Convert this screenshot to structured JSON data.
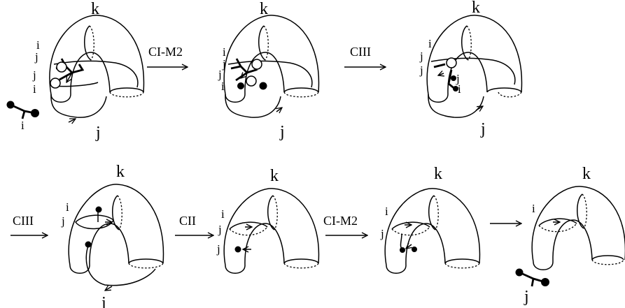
{
  "top_row": {
    "panels": [
      {
        "top": "k",
        "bottom": "j",
        "left": [
          "i",
          "j",
          "j",
          "i"
        ],
        "extra": "i"
      },
      {
        "top": "k",
        "bottom": "j",
        "left": [
          "i",
          "j",
          "j",
          "i"
        ]
      },
      {
        "top": "k",
        "bottom": "j",
        "left": [
          "i",
          "j",
          "j"
        ],
        "inner": [
          "j",
          "i"
        ]
      }
    ],
    "arrows": [
      "CI-M2",
      "CIII"
    ]
  },
  "bottom_row": {
    "arrows": [
      "CIII",
      "CII",
      "CI-M2",
      ""
    ],
    "panels": [
      {
        "top": "k",
        "bottom": "j",
        "left": [
          "i",
          "j"
        ]
      },
      {
        "top": "k",
        "left": [
          "i",
          "j",
          "j"
        ]
      },
      {
        "top": "k",
        "left": [
          "i",
          "j"
        ]
      },
      {
        "top": "k",
        "bottom": "j",
        "left": [
          "i"
        ]
      }
    ]
  }
}
